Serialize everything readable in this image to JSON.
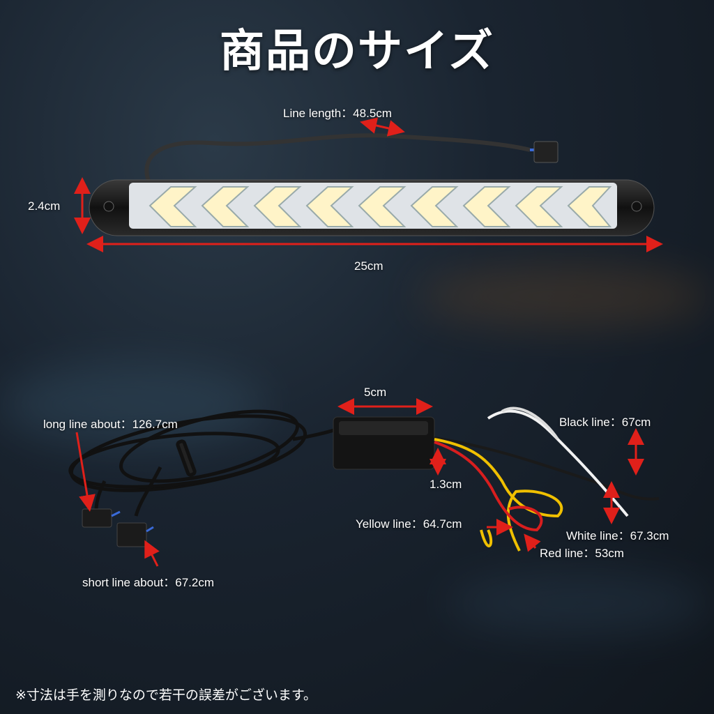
{
  "title": "商品のサイズ",
  "strip": {
    "line_length": "Line length：48.5cm",
    "height": "2.4cm",
    "width": "25cm"
  },
  "controller": {
    "box_width": "5cm",
    "box_height": "1.3cm",
    "long_line": "long line about：126.7cm",
    "short_line": "short line about：67.2cm",
    "black_line": "Black line：67cm",
    "white_line": "White line：67.3cm",
    "yellow_line": "Yellow line：64.7cm",
    "red_line": "Red line：53cm"
  },
  "note": "※寸法は手を測りなので若干の誤差がございます。",
  "colors": {
    "arrow": "#e0201a",
    "wire_yellow": "#f0c000",
    "wire_red": "#d81e1e"
  }
}
